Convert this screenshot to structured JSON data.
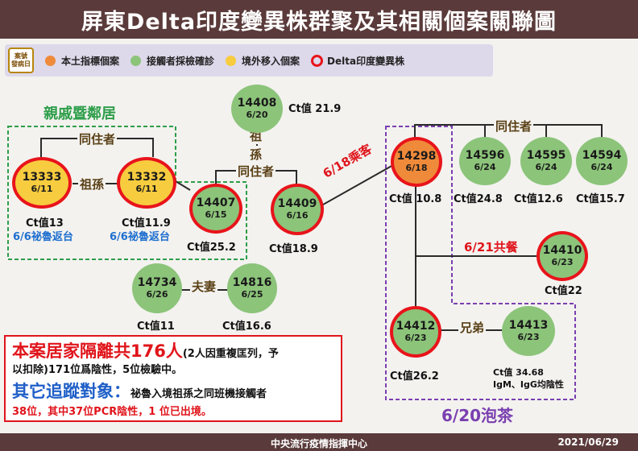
{
  "title": "屏東Delta印度變異株群聚及其相關個案關聯圖",
  "legend": {
    "tag_line1": "案號",
    "tag_line2": "發病日",
    "local": "本土指標個案",
    "contact": "接觸者採檢確診",
    "imported": "境外移入個案",
    "delta": "Delta印度變異株"
  },
  "colors": {
    "local": "#ef8a3a",
    "contact": "#8cc47a",
    "imported": "#f7cc3f",
    "delta_ring": "#e8141b"
  },
  "groups": {
    "relatives": "親戚暨鄰居",
    "tea": "6/20泡茶"
  },
  "relations": {
    "cohabit_left": "同住者",
    "grand_left": "祖孫",
    "grand_vertical_1": "祖",
    "grand_vertical_2": "孫",
    "cohabit_mid": "同住者",
    "passenger": "6/18乘客",
    "cohabit_right": "同住者",
    "dinner": "6/21共餐",
    "couple": "夫妻",
    "brothers": "兄弟"
  },
  "cases": {
    "c13333": {
      "id": "13333",
      "date": "6/11",
      "ct": "Ct值13",
      "note": "6/6祕魯返台"
    },
    "c13332": {
      "id": "13332",
      "date": "6/11",
      "ct": "Ct值11.9",
      "note": "6/6祕魯返台"
    },
    "c14407": {
      "id": "14407",
      "date": "6/15",
      "ct": "Ct值25.2"
    },
    "c14408": {
      "id": "14408",
      "date": "6/20",
      "ct": "Ct值 21.9"
    },
    "c14409": {
      "id": "14409",
      "date": "6/16",
      "ct": "Ct值18.9"
    },
    "c14298": {
      "id": "14298",
      "date": "6/18",
      "ct": "Ct值 10.8"
    },
    "c14596": {
      "id": "14596",
      "date": "6/24",
      "ct": "Ct值24.8"
    },
    "c14595": {
      "id": "14595",
      "date": "6/24",
      "ct": "Ct值12.6"
    },
    "c14594": {
      "id": "14594",
      "date": "6/24",
      "ct": "Ct值15.7"
    },
    "c14410": {
      "id": "14410",
      "date": "6/23",
      "ct": "Ct值22"
    },
    "c14412": {
      "id": "14412",
      "date": "6/23",
      "ct": "Ct值26.2"
    },
    "c14413": {
      "id": "14413",
      "date": "6/23",
      "ct1": "Ct值 34.68",
      "ct2": "IgM、IgG均陰性"
    },
    "c14734": {
      "id": "14734",
      "date": "6/26",
      "ct": "Ct值11"
    },
    "c14816": {
      "id": "14816",
      "date": "6/25",
      "ct": "Ct值16.6"
    }
  },
  "info": {
    "line1_head": "本案居家隔離共176人",
    "line1_tail": "(2人因重複匡列，予",
    "line2_a": "以扣除)171位爲陰性，5位檢驗中。",
    "line3_head": "其它追蹤對象：",
    "line3_tail": "祕魯入境祖孫之同班機接觸者",
    "line4": "38位，其中37位PCR陰性，1 位已出境。"
  },
  "footer": {
    "center": "中央流行疫情指揮中心",
    "date": "2021/06/29"
  }
}
